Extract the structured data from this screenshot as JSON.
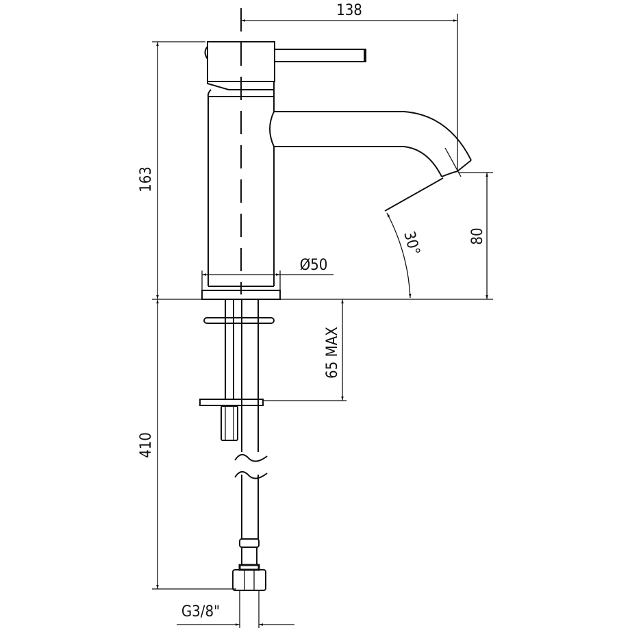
{
  "title": "Single-lever basin mixer dimension drawing",
  "dimensions": {
    "overall_projection": "138",
    "overall_height": "163",
    "spout_height": "80",
    "spout_angle": "30°",
    "base_diameter": "Ø50",
    "max_deck_thickness": "65 MAX",
    "hose_length": "410",
    "connection_thread": "G3/8\""
  },
  "colors": {
    "line": "#111111",
    "background": "#ffffff"
  }
}
